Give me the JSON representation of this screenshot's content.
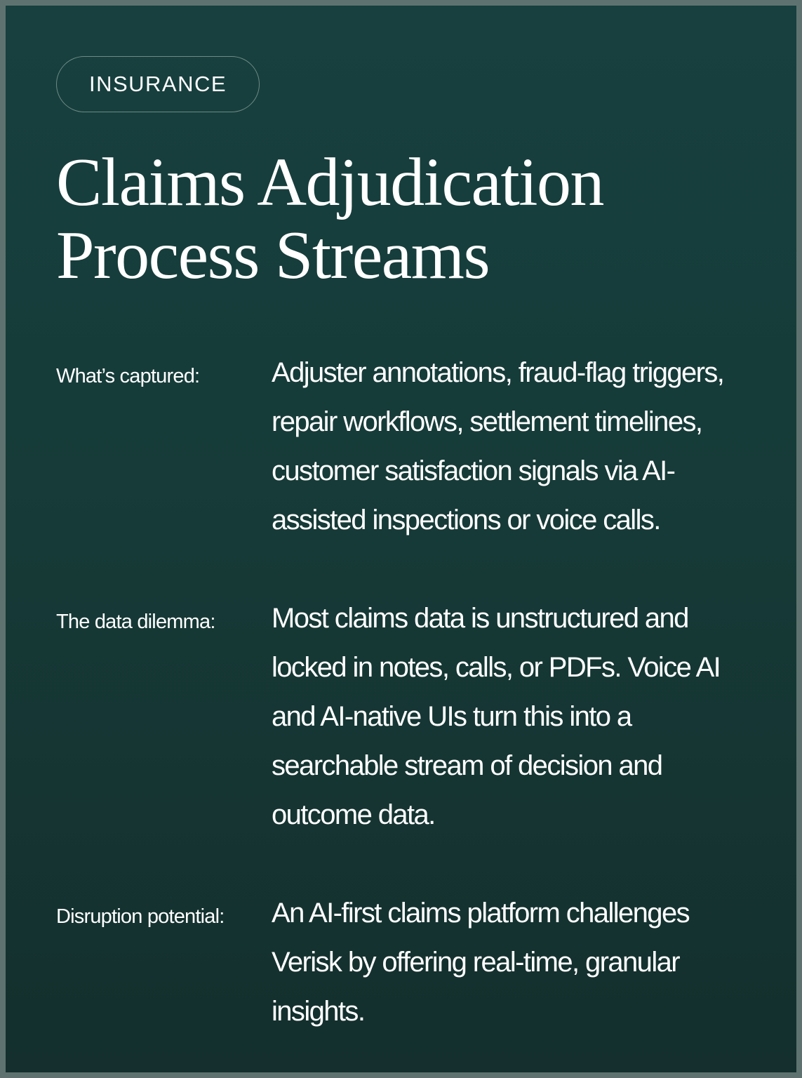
{
  "tag": "INSURANCE",
  "title": {
    "line1": "Claims Adjudication",
    "line2": "Process Streams"
  },
  "sections": [
    {
      "label": "What’s captured:",
      "text": "Adjuster annotations, fraud-flag triggers, repair workflows, settlement timelines, customer satisfaction signals via AI-assisted inspections or voice calls."
    },
    {
      "label": "The data dilemma:",
      "text": "Most claims data is unstructured and locked in notes, calls, or PDFs. Voice AI and AI-native UIs turn this into a searchable stream of decision and outcome data."
    },
    {
      "label": "Disruption potential:",
      "text": "An AI-first claims platform challenges Verisk by offering real-time, granular insights."
    }
  ]
}
